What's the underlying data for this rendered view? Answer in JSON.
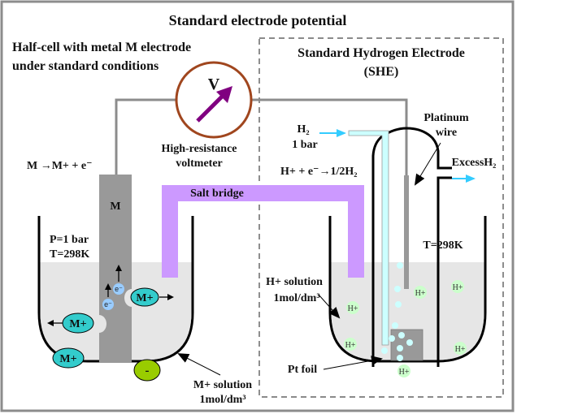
{
  "title": "Standard electrode potential",
  "left_half_cell": {
    "heading_line1": "Half-cell with metal M electrode",
    "heading_line2": "under standard conditions",
    "reaction": "M →M+ + e⁻",
    "electrode_label": "M",
    "conditions_line1": "P=1 bar",
    "conditions_line2": "T=298K",
    "solution_label_line1": "M+ solution",
    "solution_label_line2": "1mol/dm³",
    "ion_labels": [
      "M+",
      "M+",
      "M+"
    ],
    "anion_label": "-",
    "electron_labels": [
      "e⁻",
      "e⁻"
    ]
  },
  "voltmeter": {
    "symbol": "V",
    "label_line1": "High-resistance",
    "label_line2": "voltmeter"
  },
  "salt_bridge": {
    "label": "Salt bridge"
  },
  "she": {
    "heading_line1": "Standard Hydrogen Electrode",
    "heading_line2": "(SHE)",
    "h2_inlet_line1": "H₂",
    "h2_inlet_line2": "1 bar",
    "reaction": "H+ + e⁻→1/2H₂",
    "platinum_line1": "Platinum",
    "platinum_line2": "wire",
    "excess": "ExcessH₂",
    "temperature": "T=298K",
    "solution_label_line1": "H+ solution",
    "solution_label_line2": "1mol/dm³",
    "pt_foil": "Pt foil",
    "h_ion_labels": [
      "H+",
      "H+",
      "H+",
      "H+",
      "H+",
      "H+"
    ]
  },
  "colors": {
    "frame": "#8c8c8c",
    "wire": "#8c8c8c",
    "electrode": "#999999",
    "solution": "#e6e6e6",
    "salt_bridge": "#cc99ff",
    "voltmeter_ring": "#a0461e",
    "needle": "#800080",
    "metal_ion": "#33cccc",
    "anion": "#99cc00",
    "electron": "#99ccff",
    "h_ion": "#ccffcc",
    "h2_tube": "#ccffff",
    "h2_arrow": "#33ccff",
    "bubble": "#ccffff"
  }
}
